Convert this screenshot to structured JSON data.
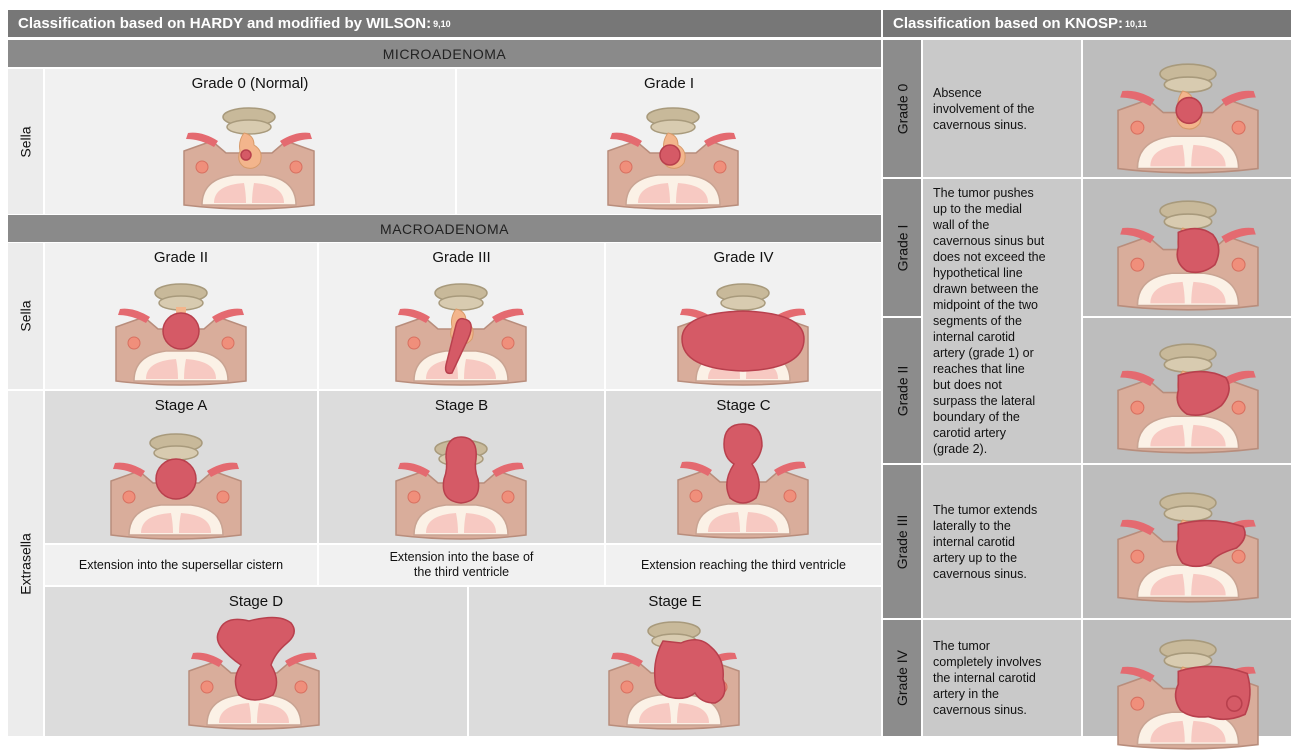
{
  "wilson": {
    "header": "Classification based on HARDY and modified by WILSON:",
    "header_ref": "9,10",
    "micro_label": "MICROADENOMA",
    "macro_label": "MACROADENOMA",
    "sella_label": "Sella",
    "extrasella_label": "Extrasella",
    "grades": [
      "Grade 0 (Normal)",
      "Grade I",
      "Grade II",
      "Grade III",
      "Grade IV"
    ],
    "stages": [
      "Stage A",
      "Stage B",
      "Stage C",
      "Stage D",
      "Stage E"
    ],
    "captions": [
      "Extension into the supersellar cistern",
      "Extension into the base of\nthe third ventricle",
      "Extension reaching the third ventricle"
    ]
  },
  "knosp": {
    "header": "Classification based on KNOSP:",
    "header_ref": "10,11",
    "grades": [
      "Grade 0",
      "Grade I",
      "Grade II",
      "Grade III",
      "Grade IV"
    ],
    "texts": [
      "Absence\ninvolvement  of  the\ncavernous  sinus.",
      "The tumor  pushes\nup to the medial\nwall of the\ncavernous sinus but\ndoes not exceed the\nhypothetical line\ndrawn between the\nmidpoint of the two\nsegments of the\ninternal carotid\nartery (grade 1) or\nreaches that line\nbut does not\nsurpass the lateral\nboundary of the\ncarotid artery\n(grade 2).",
      "The tumor  extends\nlaterally to the\ninternal carotid\nartery up to the\ncavernous  sinus.",
      "The tumor\ncompletely involves\nthe internal carotid\nartery in the\ncavernous  sinus."
    ]
  },
  "colors": {
    "header_bg": "#777777",
    "band_bg": "#8a8a8a",
    "bone": "#d9ad9b",
    "tumor": "#d55a66",
    "optic": "#c8b99a",
    "artery": "#e46a70",
    "pituitary": "#f3b58c"
  }
}
